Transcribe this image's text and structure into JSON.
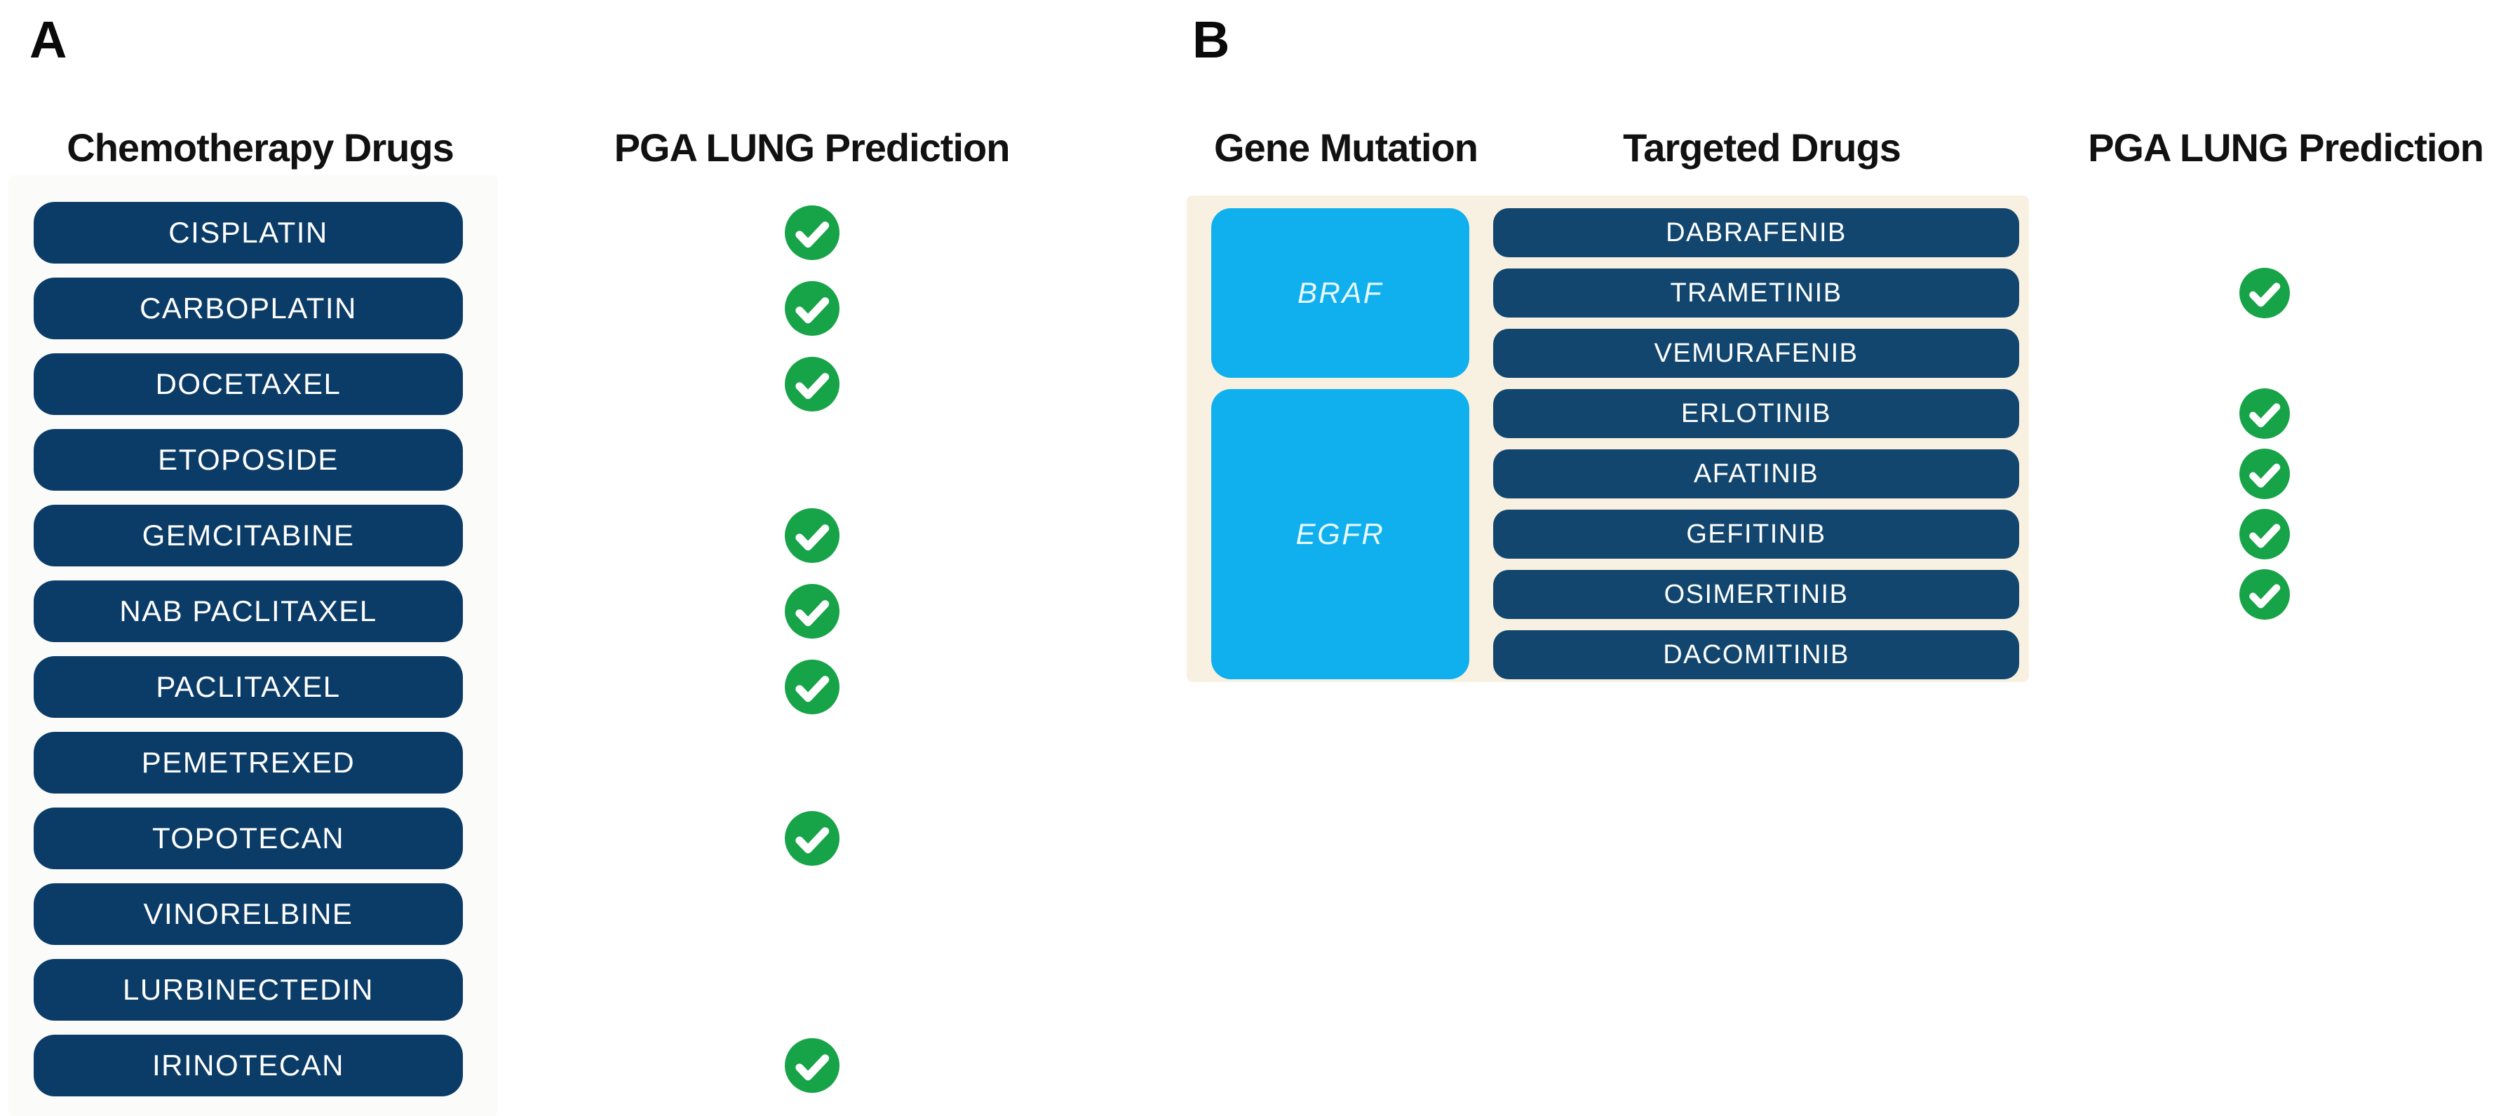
{
  "panel_a": {
    "label": "A",
    "col1_header": "Chemotherapy Drugs",
    "col2_header": "PGA LUNG Prediction",
    "rows": [
      {
        "drug": "CISPLATIN",
        "predicted": true
      },
      {
        "drug": "CARBOPLATIN",
        "predicted": true
      },
      {
        "drug": "DOCETAXEL",
        "predicted": true
      },
      {
        "drug": "ETOPOSIDE",
        "predicted": false
      },
      {
        "drug": "GEMCITABINE",
        "predicted": true
      },
      {
        "drug": "NAB PACLITAXEL",
        "predicted": true
      },
      {
        "drug": "PACLITAXEL",
        "predicted": true
      },
      {
        "drug": "PEMETREXED",
        "predicted": false
      },
      {
        "drug": "TOPOTECAN",
        "predicted": true
      },
      {
        "drug": "VINORELBINE",
        "predicted": false
      },
      {
        "drug": "LURBINECTEDIN",
        "predicted": false
      },
      {
        "drug": "IRINOTECAN",
        "predicted": true
      }
    ]
  },
  "panel_b": {
    "label": "B",
    "col1_header": "Gene Mutation",
    "col2_header": "Targeted Drugs",
    "col3_header": "PGA LUNG Prediction",
    "groups": [
      {
        "gene": "BRAF",
        "drugs": [
          {
            "name": "DABRAFENIB",
            "predicted": false
          },
          {
            "name": "TRAMETINIB",
            "predicted": true
          },
          {
            "name": "VEMURAFENIB",
            "predicted": false
          }
        ]
      },
      {
        "gene": "EGFR",
        "drugs": [
          {
            "name": "ERLOTINIB",
            "predicted": true
          },
          {
            "name": "AFATINIB",
            "predicted": true
          },
          {
            "name": "GEFITINIB",
            "predicted": true
          },
          {
            "name": "OSIMERTINIB",
            "predicted": true
          },
          {
            "name": "DACOMITINIB",
            "predicted": false
          }
        ]
      }
    ]
  },
  "icons": {
    "prediction_positive": "check-circle-icon"
  },
  "colors": {
    "navy_a": "#0b3c68",
    "navy_b": "#12466f",
    "cyan": "#10b0ee",
    "green": "#17a347",
    "cream": "#f8f1e1",
    "card_a": "#fbfbf9",
    "header_text": "#111111"
  }
}
